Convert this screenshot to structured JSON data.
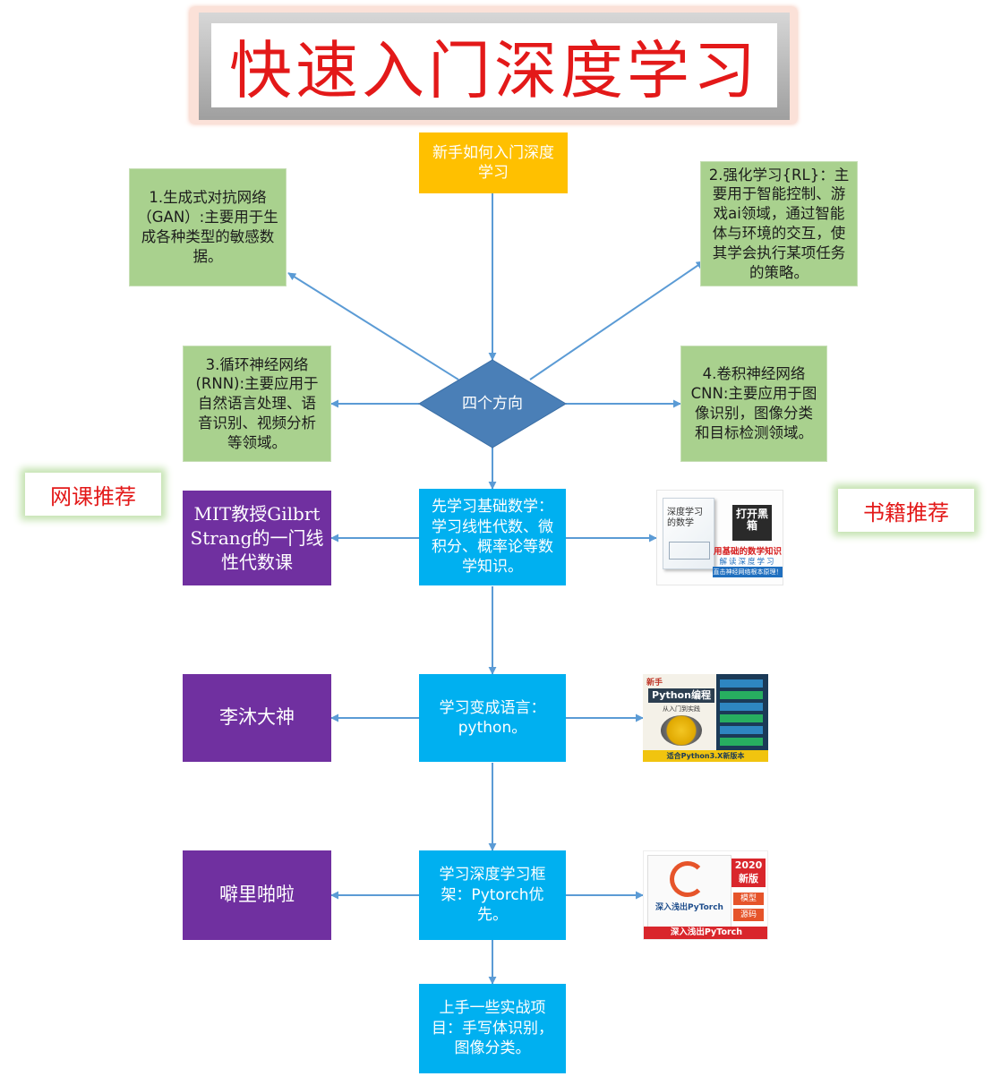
{
  "title": "快速入门深度学习",
  "start": "新手如何入门深度学习",
  "directions_hub": "四个方向",
  "directions": [
    "1.生成式对抗网络（GAN）:主要用于生成各种类型的敏感数据。",
    "2.强化学习{RL}：主要用于智能控制、游戏ai领域，通过智能体与环境的交互，使其学会执行某项任务的策略。",
    "3.循环神经网络(RNN):主要应用于自然语言处理、语音识别、视频分析等领域。",
    "4.卷积神经网络CNN:主要应用于图像识别，图像分类和目标检测领域。"
  ],
  "steps": [
    "先学习基础数学：学习线性代数、微积分、概率论等数学知识。",
    "学习变成语言：python。",
    "学习深度学习框架：Pytorch优先。",
    "上手一些实战项目：手写体识别，图像分类。"
  ],
  "course_tag": "网课推荐",
  "book_tag": "书籍推荐",
  "courses": [
    "MIT教授Gilbrt Strang的一门线性代数课",
    "李沐大神",
    "噼里啪啦"
  ],
  "books": [
    {
      "title": "深度学习的数学",
      "box_text": "打开黑箱",
      "headline": "用基础的数学知识",
      "sub": "解读深度学习",
      "note": "直击神经网络根本原理！"
    },
    {
      "series": "新手",
      "title": "Python编程",
      "sub": "从入门到实践",
      "banner": "适合Python3.X新版本"
    },
    {
      "title": "深入浅出PyTorch",
      "badge": "2020新版",
      "tags": [
        "模型",
        "源码"
      ],
      "banner": "深入浅出PyTorch"
    }
  ],
  "colors": {
    "title_text": "#e31919",
    "arrow": "#5b9bd5",
    "hub": "#4a7fb7",
    "start_box": "#ffc000",
    "direction_box": "#a9d18e",
    "step_box": "#00b0f0",
    "course_box": "#7030a0"
  }
}
